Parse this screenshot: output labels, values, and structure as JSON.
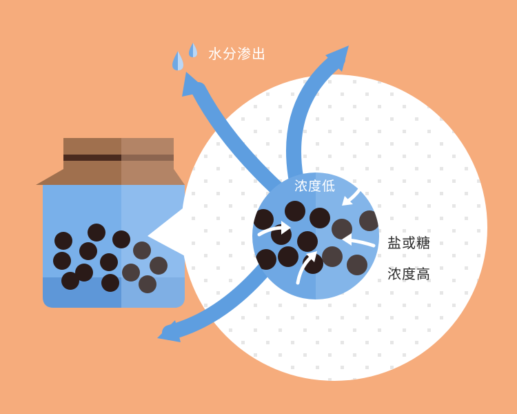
{
  "labels": {
    "water_out": "水分渗出",
    "low_concentration": "浓度低",
    "salt_or_sugar": "盐或糖",
    "high_concentration": "浓度高"
  },
  "colors": {
    "background": "#F6AC7C",
    "water_blue": "#6FA8E4",
    "arrow_blue": "#5E9EE0",
    "bean_dark": "#2A1A18",
    "bean_grey": "#4A3F3E",
    "lid_brown": "#9B6A4A",
    "lid_band": "#4A2A1E",
    "magnifier": "#FFFFFF"
  }
}
